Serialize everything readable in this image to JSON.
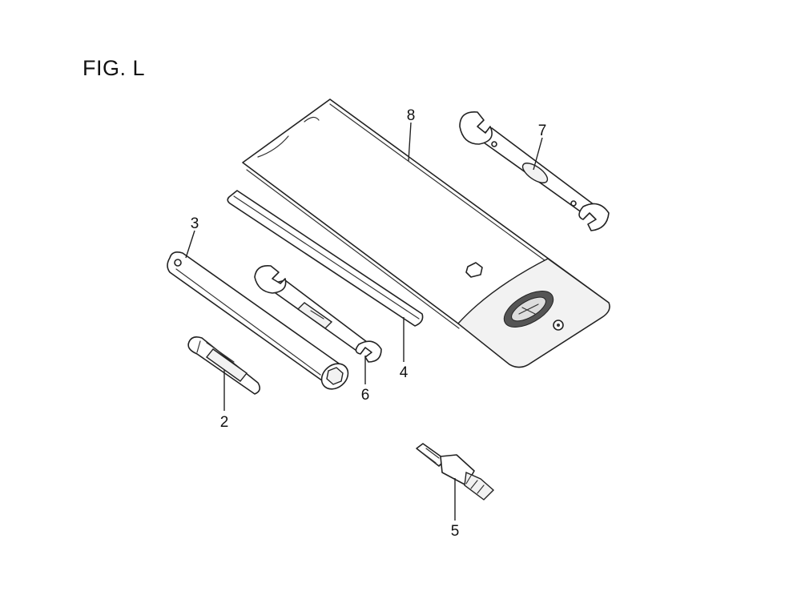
{
  "figure": {
    "title": "FIG. L"
  },
  "callouts": [
    {
      "id": "2"
    },
    {
      "id": "3"
    },
    {
      "id": "4"
    },
    {
      "id": "5"
    },
    {
      "id": "6"
    },
    {
      "id": "7"
    },
    {
      "id": "8"
    }
  ],
  "parts": [
    {
      "callout": "2",
      "icon": "screwdriver-handle-icon"
    },
    {
      "callout": "3",
      "icon": "box-wrench-icon"
    },
    {
      "callout": "4",
      "icon": "extension-bar-icon"
    },
    {
      "callout": "5",
      "icon": "spark-plug-icon"
    },
    {
      "callout": "6",
      "icon": "open-end-wrench-small-icon"
    },
    {
      "callout": "7",
      "icon": "open-end-wrench-large-icon"
    },
    {
      "callout": "8",
      "icon": "tool-bag-icon"
    }
  ]
}
